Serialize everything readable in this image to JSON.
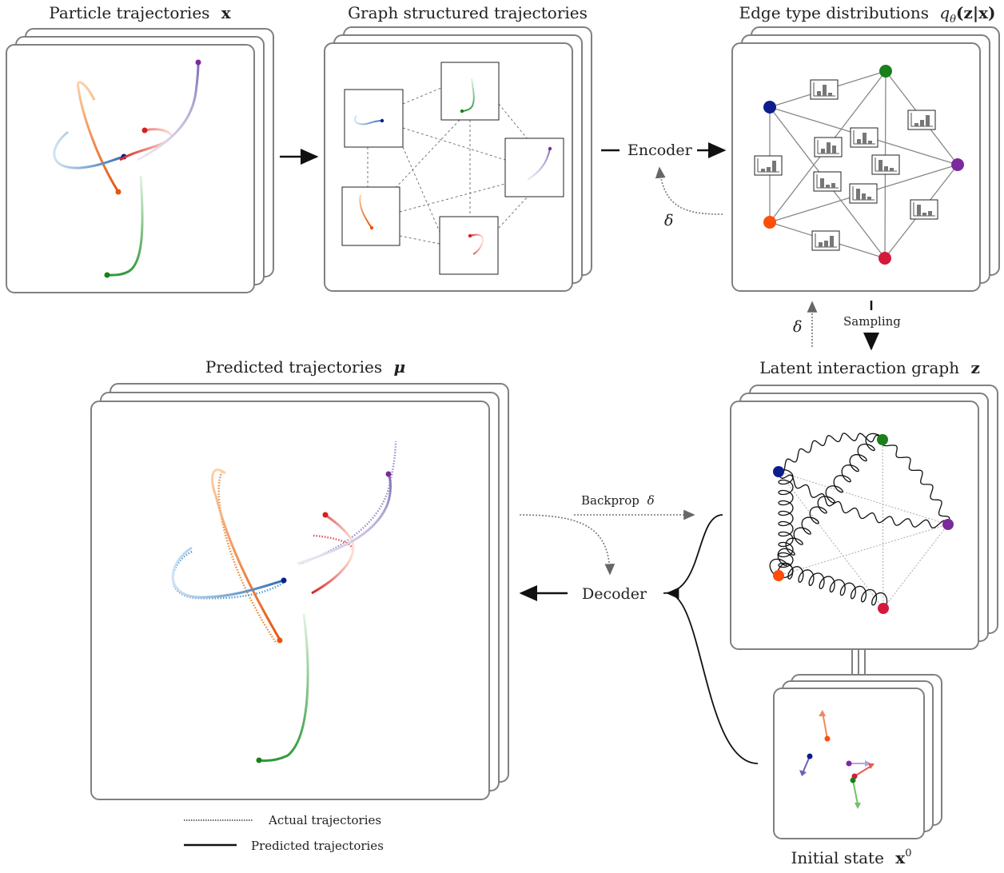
{
  "titles": {
    "particle": "Particle trajectories",
    "particle_sym": "x",
    "graph": "Graph structured trajectories",
    "edge": "Edge type distributions",
    "edge_sym": "q",
    "edge_sub": "θ",
    "edge_args": "(z|x)",
    "latent": "Latent interaction graph",
    "latent_sym": "z",
    "predicted": "Predicted trajectories",
    "predicted_sym": "μ",
    "initial": "Initial state",
    "initial_sym": "x",
    "initial_sup": "0"
  },
  "labels": {
    "encoder": "Encoder",
    "decoder": "Decoder",
    "sampling": "Sampling",
    "backprop": "Backprop",
    "delta": "δ"
  },
  "legend": {
    "actual": "Actual trajectories",
    "predicted": "Predicted trajectories"
  },
  "colors": {
    "blue": "#0d1e8c",
    "green": "#1b7f1b",
    "purple": "#7b2a9e",
    "orange": "#ff4d0a",
    "red": "#d41a3a",
    "frame": "#808080"
  }
}
